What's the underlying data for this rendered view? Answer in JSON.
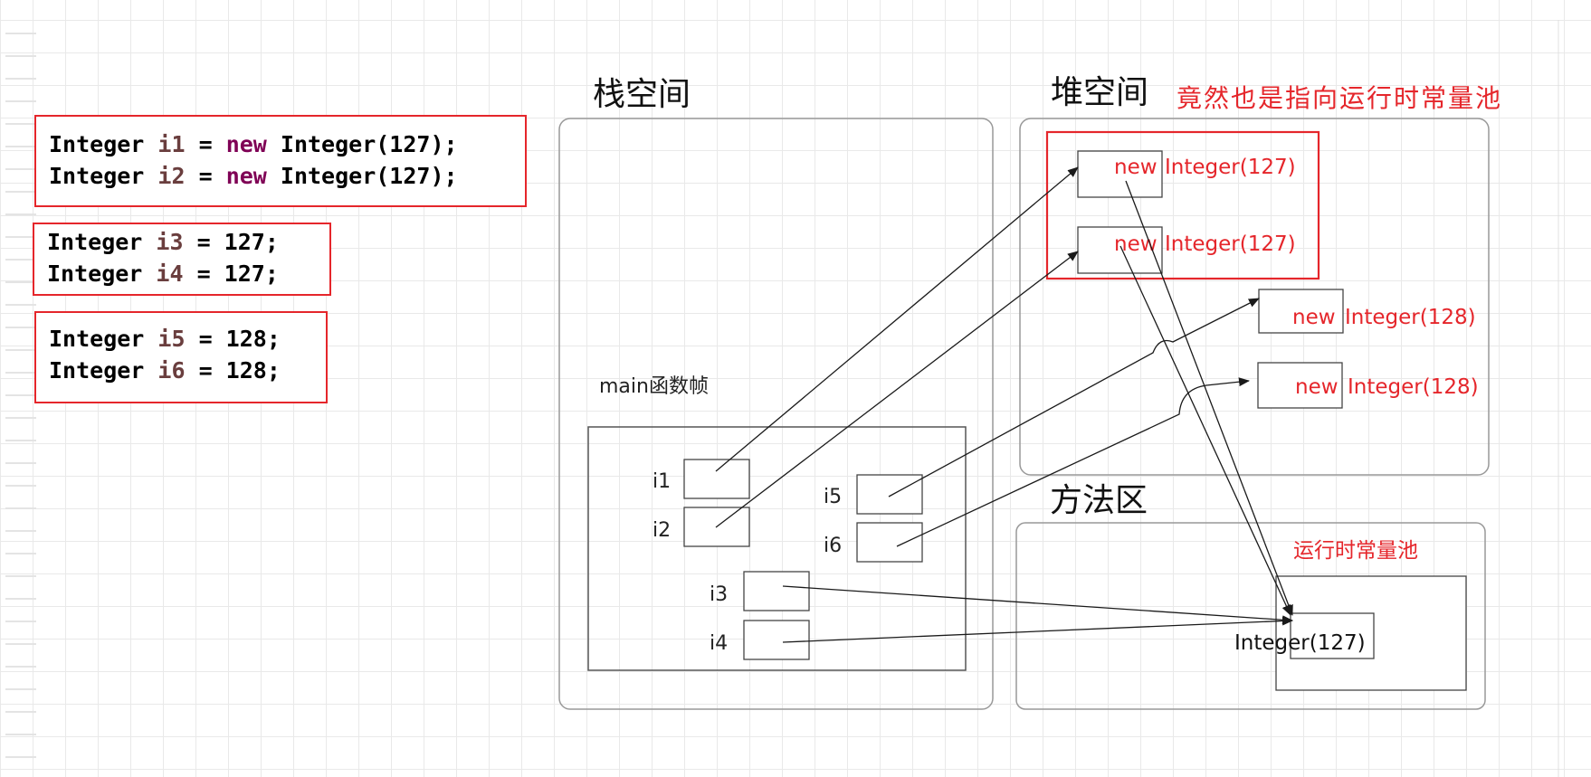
{
  "code": {
    "group1": {
      "line1": {
        "type": "Integer",
        "var": "i1",
        "eq": " = ",
        "kw": "new",
        "rest": " Integer(127);"
      },
      "line2": {
        "type": "Integer",
        "var": "i2",
        "eq": " = ",
        "kw": "new",
        "rest": " Integer(127);"
      }
    },
    "group2": {
      "line1": {
        "type": "Integer",
        "var": "i3",
        "rest": " = 127;"
      },
      "line2": {
        "type": "Integer",
        "var": "i4",
        "rest": " = 127;"
      }
    },
    "group3": {
      "line1": {
        "type": "Integer",
        "var": "i5",
        "rest": " = 128;"
      },
      "line2": {
        "type": "Integer",
        "var": "i6",
        "rest": " = 128;"
      }
    }
  },
  "diagram": {
    "stack_title": "栈空间",
    "heap_title": "堆空间",
    "heap_note": "竟然也是指向运行时常量池",
    "method_title": "方法区",
    "frame_label": "main函数帧",
    "vars": {
      "i1": "i1",
      "i2": "i2",
      "i3": "i3",
      "i4": "i4",
      "i5": "i5",
      "i6": "i6"
    },
    "heap_objects": {
      "obj1_kw": "new",
      "obj1_rest": "Integer(127)",
      "obj2_kw": "new",
      "obj2_rest": "Integer(127)",
      "obj3_kw": "new",
      "obj3_rest": "Integer(128)",
      "obj4_kw": "new",
      "obj4_rest": "Integer(128)"
    },
    "pool_label": "运行时常量池",
    "pool_value": "Integer(127)"
  },
  "colors": {
    "highlight": "#e5262b",
    "keyword": "#7f0055",
    "variable": "#6a3e3e",
    "arrow": "#1a1a1a"
  }
}
